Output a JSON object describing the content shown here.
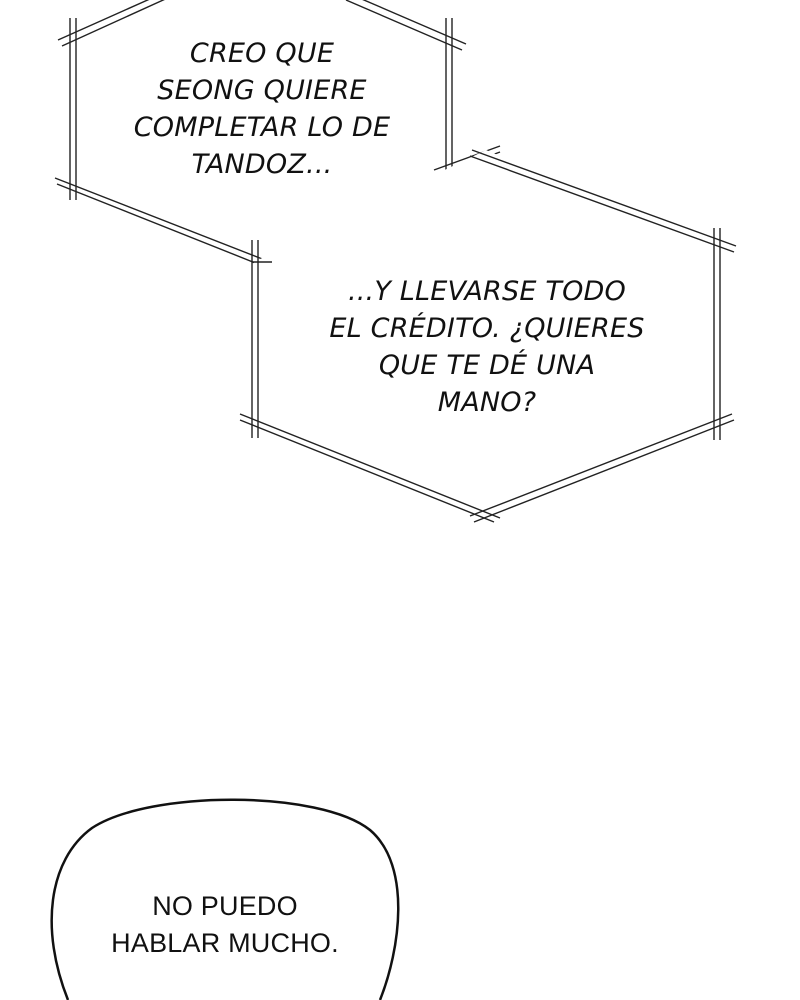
{
  "panel": {
    "bubbles": [
      {
        "style": "hexagon-thought",
        "lines": [
          "CREO QUE",
          "SEONG QUIERE",
          "COMPLETAR LO DE",
          "TANDOZ..."
        ]
      },
      {
        "style": "hexagon-thought",
        "lines": [
          "...Y LLEVARSE TODO",
          "EL CRÉDITO. ¿QUIERES",
          "QUE TE DÉ UNA",
          "MANO?"
        ]
      },
      {
        "style": "speech-round",
        "lines": [
          "NO PUEDO",
          "HABLAR MUCHO."
        ]
      }
    ],
    "colors": {
      "background": "#ffffff",
      "ink": "#111111",
      "frame_stroke": "#222222",
      "frame_fill": "#ffffff"
    }
  }
}
